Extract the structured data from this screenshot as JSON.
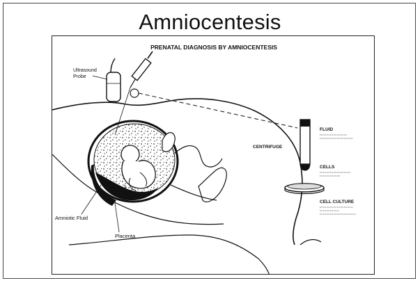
{
  "slide": {
    "title": "Amniocentesis"
  },
  "figure": {
    "heading": "PRENATAL DIAGNOSIS BY AMNIOCENTESIS",
    "labels": {
      "ultrasound_probe_line1": "Ultrasound",
      "ultrasound_probe_line2": "Probe",
      "centrifuge": "CENTRIFUGE",
      "fluid": "FLUID",
      "cells": "CELLS",
      "cell_culture": "CELL CULTURE",
      "amniotic_fluid": "Amniotic Fluid",
      "placenta": "Placenta"
    }
  }
}
